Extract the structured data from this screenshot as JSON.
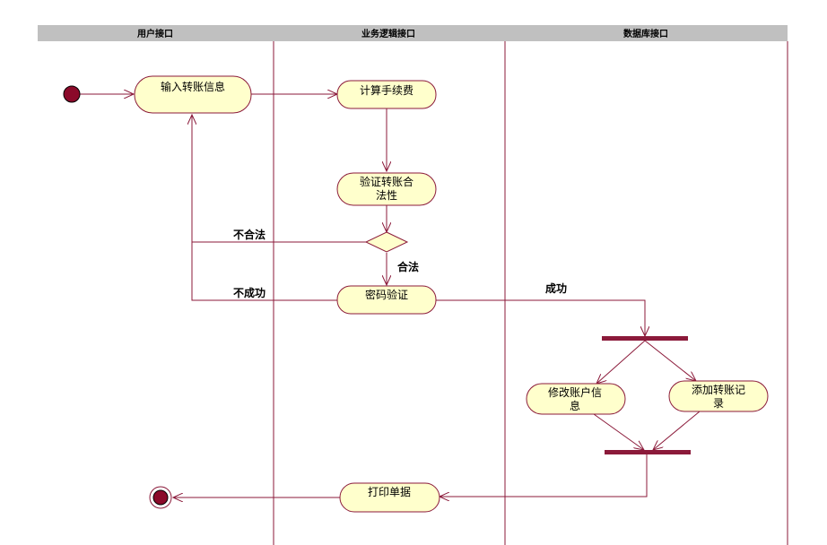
{
  "colors": {
    "header_bg": "#c0c0c0",
    "line": "#8b1a3a",
    "activity_fill": "#ffffcc",
    "node_fill": "#8b0a2a"
  },
  "swimlanes": [
    {
      "title": "用户接口"
    },
    {
      "title": "业务逻辑接口"
    },
    {
      "title": "数据库接口"
    }
  ],
  "activities": {
    "input_transfer": "输入转账信息",
    "calc_fee": "计算手续费",
    "validate_line1": "验证转账合",
    "validate_line2": "法性",
    "password_verify": "密码验证",
    "modify_account_line1": "修改账户信",
    "modify_account_line2": "息",
    "add_record_line1": "添加转账记",
    "add_record_line2": "录",
    "print_receipt": "打印单据"
  },
  "guards": {
    "illegal": "不合法",
    "legal": "合法",
    "failed": "不成功",
    "success": "成功"
  }
}
